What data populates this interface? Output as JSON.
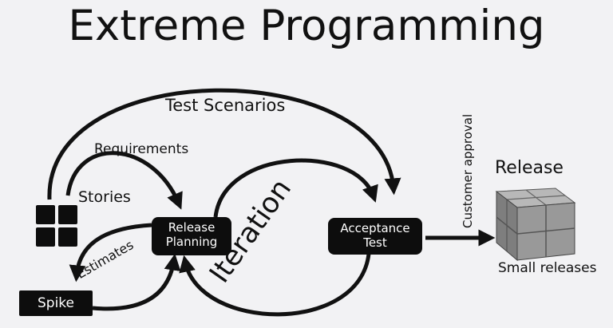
{
  "title": "Extreme Programming",
  "labels": {
    "test_scenarios": "Test Scenarios",
    "requirements": "Requirements",
    "stories": "Stories",
    "estimates": "Estimates",
    "iteration": "Iteration",
    "customer_approval": "Customer approval",
    "release": "Release",
    "small_releases": "Small releases"
  },
  "nodes": {
    "release_planning": [
      "Release",
      "Planning"
    ],
    "acceptance_test": [
      "Acceptance",
      "Test"
    ],
    "spike": "Spike"
  },
  "colors": {
    "background": "#f2f2f4",
    "ink": "#111111",
    "box_fill": "#0d0d0d",
    "box_text": "#ffffff",
    "cube": "#8c8c8c"
  }
}
